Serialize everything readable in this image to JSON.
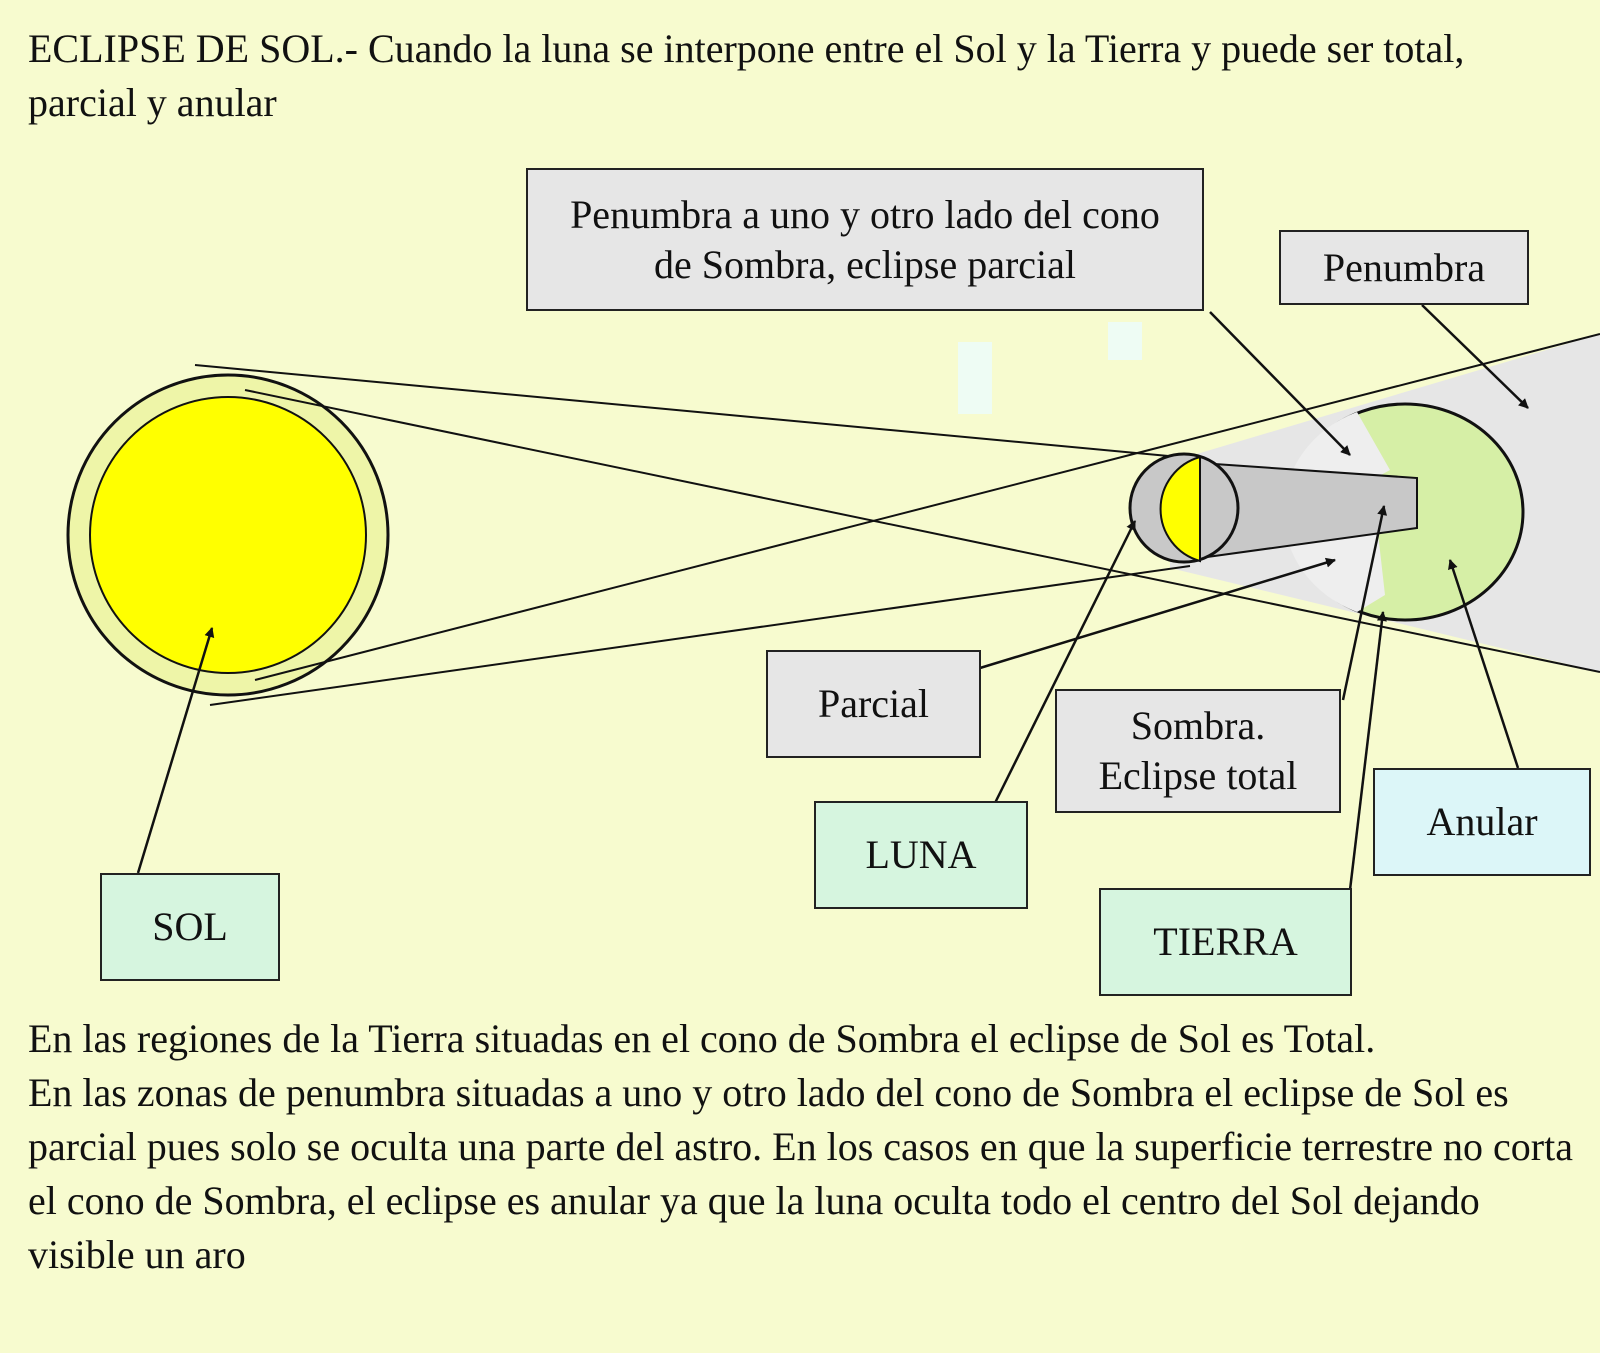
{
  "heading": "ECLIPSE DE SOL.- Cuando la luna se interpone entre el Sol y la Tierra y puede ser total,  parcial y anular",
  "labels": {
    "penumbra_sides": "Penumbra a uno y otro lado del cono de Sombra, eclipse parcial",
    "penumbra": "Penumbra",
    "parcial": "Parcial",
    "sombra_line1": "Sombra.",
    "sombra_line2": "Eclipse total",
    "luna": "LUNA",
    "anular": "Anular",
    "sol": "SOL",
    "tierra": "TIERRA"
  },
  "body": {
    "paragraph1": "En las regiones de la Tierra situadas en el cono de Sombra el eclipse de Sol es Total.",
    "paragraph2": "En las zonas de penumbra situadas a uno y otro lado del cono de Sombra el eclipse de Sol es parcial pues solo se oculta una parte del astro. En los casos en que la superficie terrestre no corta el cono de Sombra, el eclipse es anular ya que la luna oculta todo el centro del Sol dejando visible un aro"
  },
  "colors": {
    "background": "#f7fbcf",
    "sun": "#ffff00",
    "sun_halo": "#eef5a8",
    "penumbra_region": "#e6e6e6",
    "earth": "#d6efa6",
    "umbra": "#c8c8c8"
  }
}
